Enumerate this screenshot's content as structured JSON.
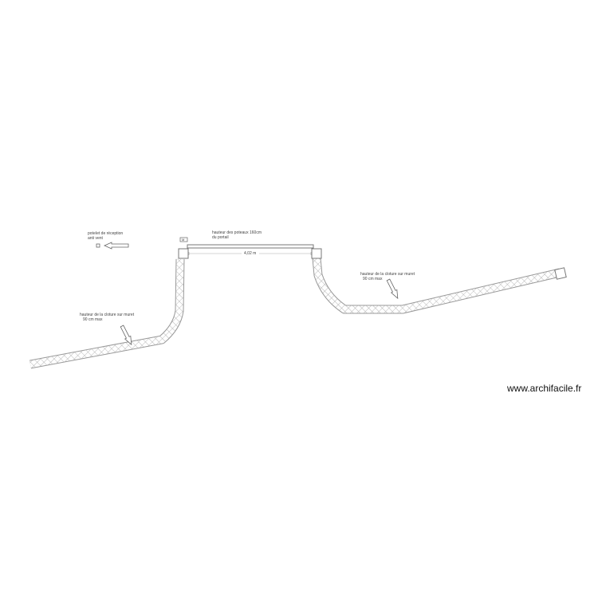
{
  "diagram": {
    "watermark": "www.archifacile.fr",
    "colors": {
      "line": "#888888",
      "hatch": "#b0b0b0",
      "text": "#444444"
    },
    "labels": {
      "receiver_post_line1": "poteIet de  réception",
      "receiver_post_line2": "anti vent",
      "posts_height_line1": "hauteur des poteaux 160cm",
      "posts_height_line2": "du portail",
      "gate_width": "4,02 m",
      "gate_marker": "M",
      "left_fence_line1": "hauteur de la cloture sur muret",
      "left_fence_line2": "90 cm max",
      "right_fence_line1": "hauteur de la cloture sur muret",
      "right_fence_line2": "90 cm max"
    }
  }
}
